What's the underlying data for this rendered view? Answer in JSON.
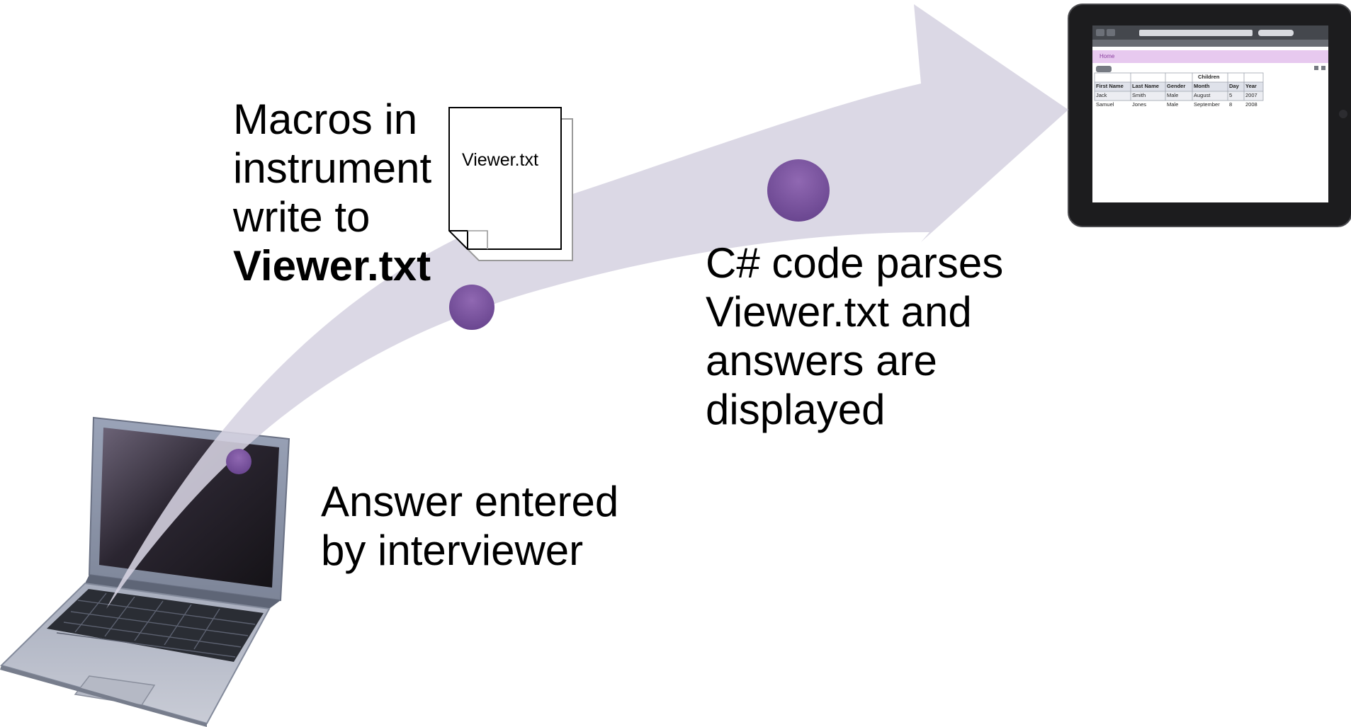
{
  "steps": [
    {
      "lines": [
        "Answer entered",
        "by interviewer"
      ]
    },
    {
      "lines": [
        "Macros in",
        "instrument",
        "write to"
      ],
      "bold_line": "Viewer.txt"
    },
    {
      "lines": [
        "C# code parses",
        "Viewer.txt and",
        "answers are",
        "displayed"
      ]
    }
  ],
  "document_icon": {
    "label": "Viewer.txt"
  },
  "tablet_screen": {
    "home_link": "Home",
    "table_title": "Children",
    "columns": [
      "First Name",
      "Last Name",
      "Gender",
      "Month",
      "Day",
      "Year"
    ],
    "rows": [
      [
        "Jack",
        "Smith",
        "Male",
        "August",
        "5",
        "2007"
      ],
      [
        "Samuel",
        "Jones",
        "Male",
        "September",
        "8",
        "2008"
      ]
    ]
  },
  "colors": {
    "arrow": "#d6d3e1",
    "dot_light": "#9068b2",
    "dot_dark": "#6a4690"
  }
}
